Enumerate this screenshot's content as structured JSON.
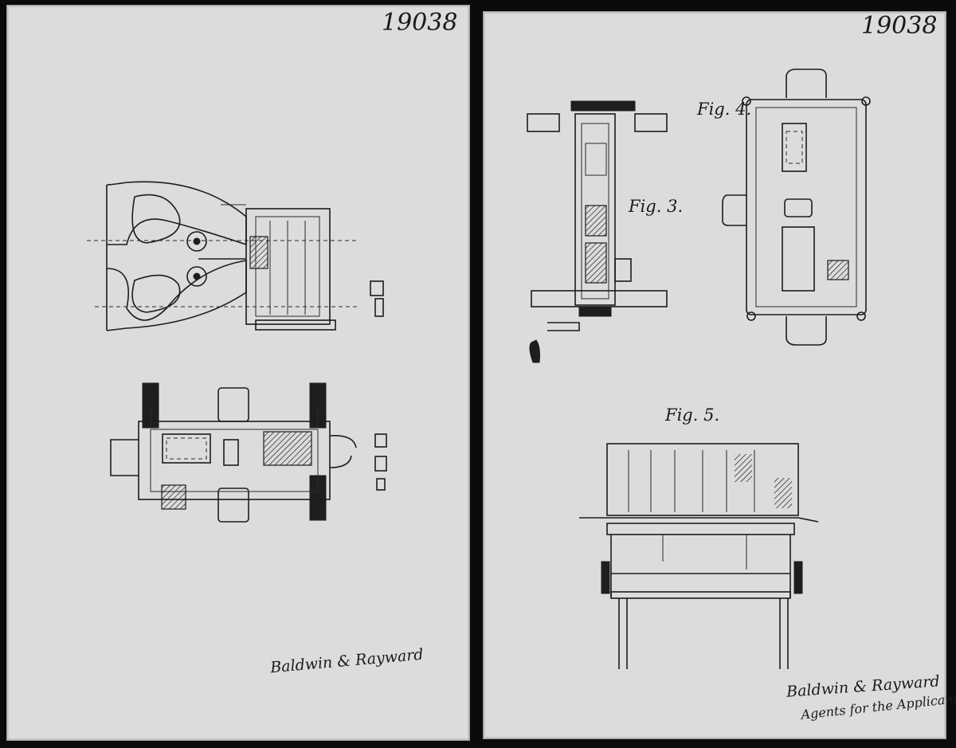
{
  "document": {
    "left_sheet": {
      "number": "19038",
      "signature": "Baldwin & Rayward"
    },
    "right_sheet": {
      "number": "19038",
      "figures": [
        {
          "label": "Fig. 3."
        },
        {
          "label": "Fig. 4."
        },
        {
          "label": "Fig. 5."
        }
      ],
      "signature": "Baldwin & Rayward",
      "caption": "Agents for the Applicants"
    }
  }
}
